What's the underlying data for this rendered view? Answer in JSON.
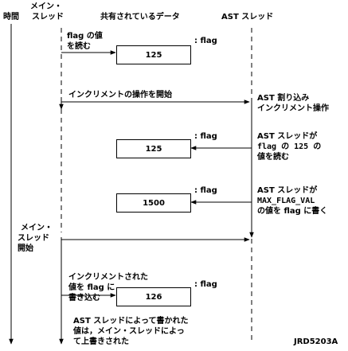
{
  "headers": {
    "time": "時間",
    "main_thread": [
      "メイン・",
      "スレッド"
    ],
    "shared_data": "共有されているデータ",
    "ast_thread": "AST スレッド"
  },
  "steps": {
    "read_flag": [
      "flag の値",
      "を読む"
    ],
    "start_increment": "インクリメントの操作を開始",
    "ast_interrupt": [
      "AST 割り込み",
      "インクリメント操作"
    ],
    "ast_reads": [
      "AST スレッドが",
      "flag の 125 の",
      "値を読む"
    ],
    "ast_writes": [
      "AST スレッドが",
      "MAX_FLAG_VAL",
      "の値を flag に書く"
    ],
    "main_resume": [
      "メイン・",
      "スレッド",
      "開始"
    ],
    "write_back": [
      "インクリメントされた",
      "値を flag に",
      "書き込む"
    ],
    "overwritten_note": [
      "AST スレッドによって書かれた",
      "値は，メイン・スレッドによっ",
      "て上書きされた"
    ]
  },
  "flag_boxes": [
    {
      "label": ": flag",
      "value": "125"
    },
    {
      "label": ": flag",
      "value": "125"
    },
    {
      "label": ": flag",
      "value": "1500"
    },
    {
      "label": ": flag",
      "value": "126"
    }
  ],
  "figure_id": "JRD5203A"
}
